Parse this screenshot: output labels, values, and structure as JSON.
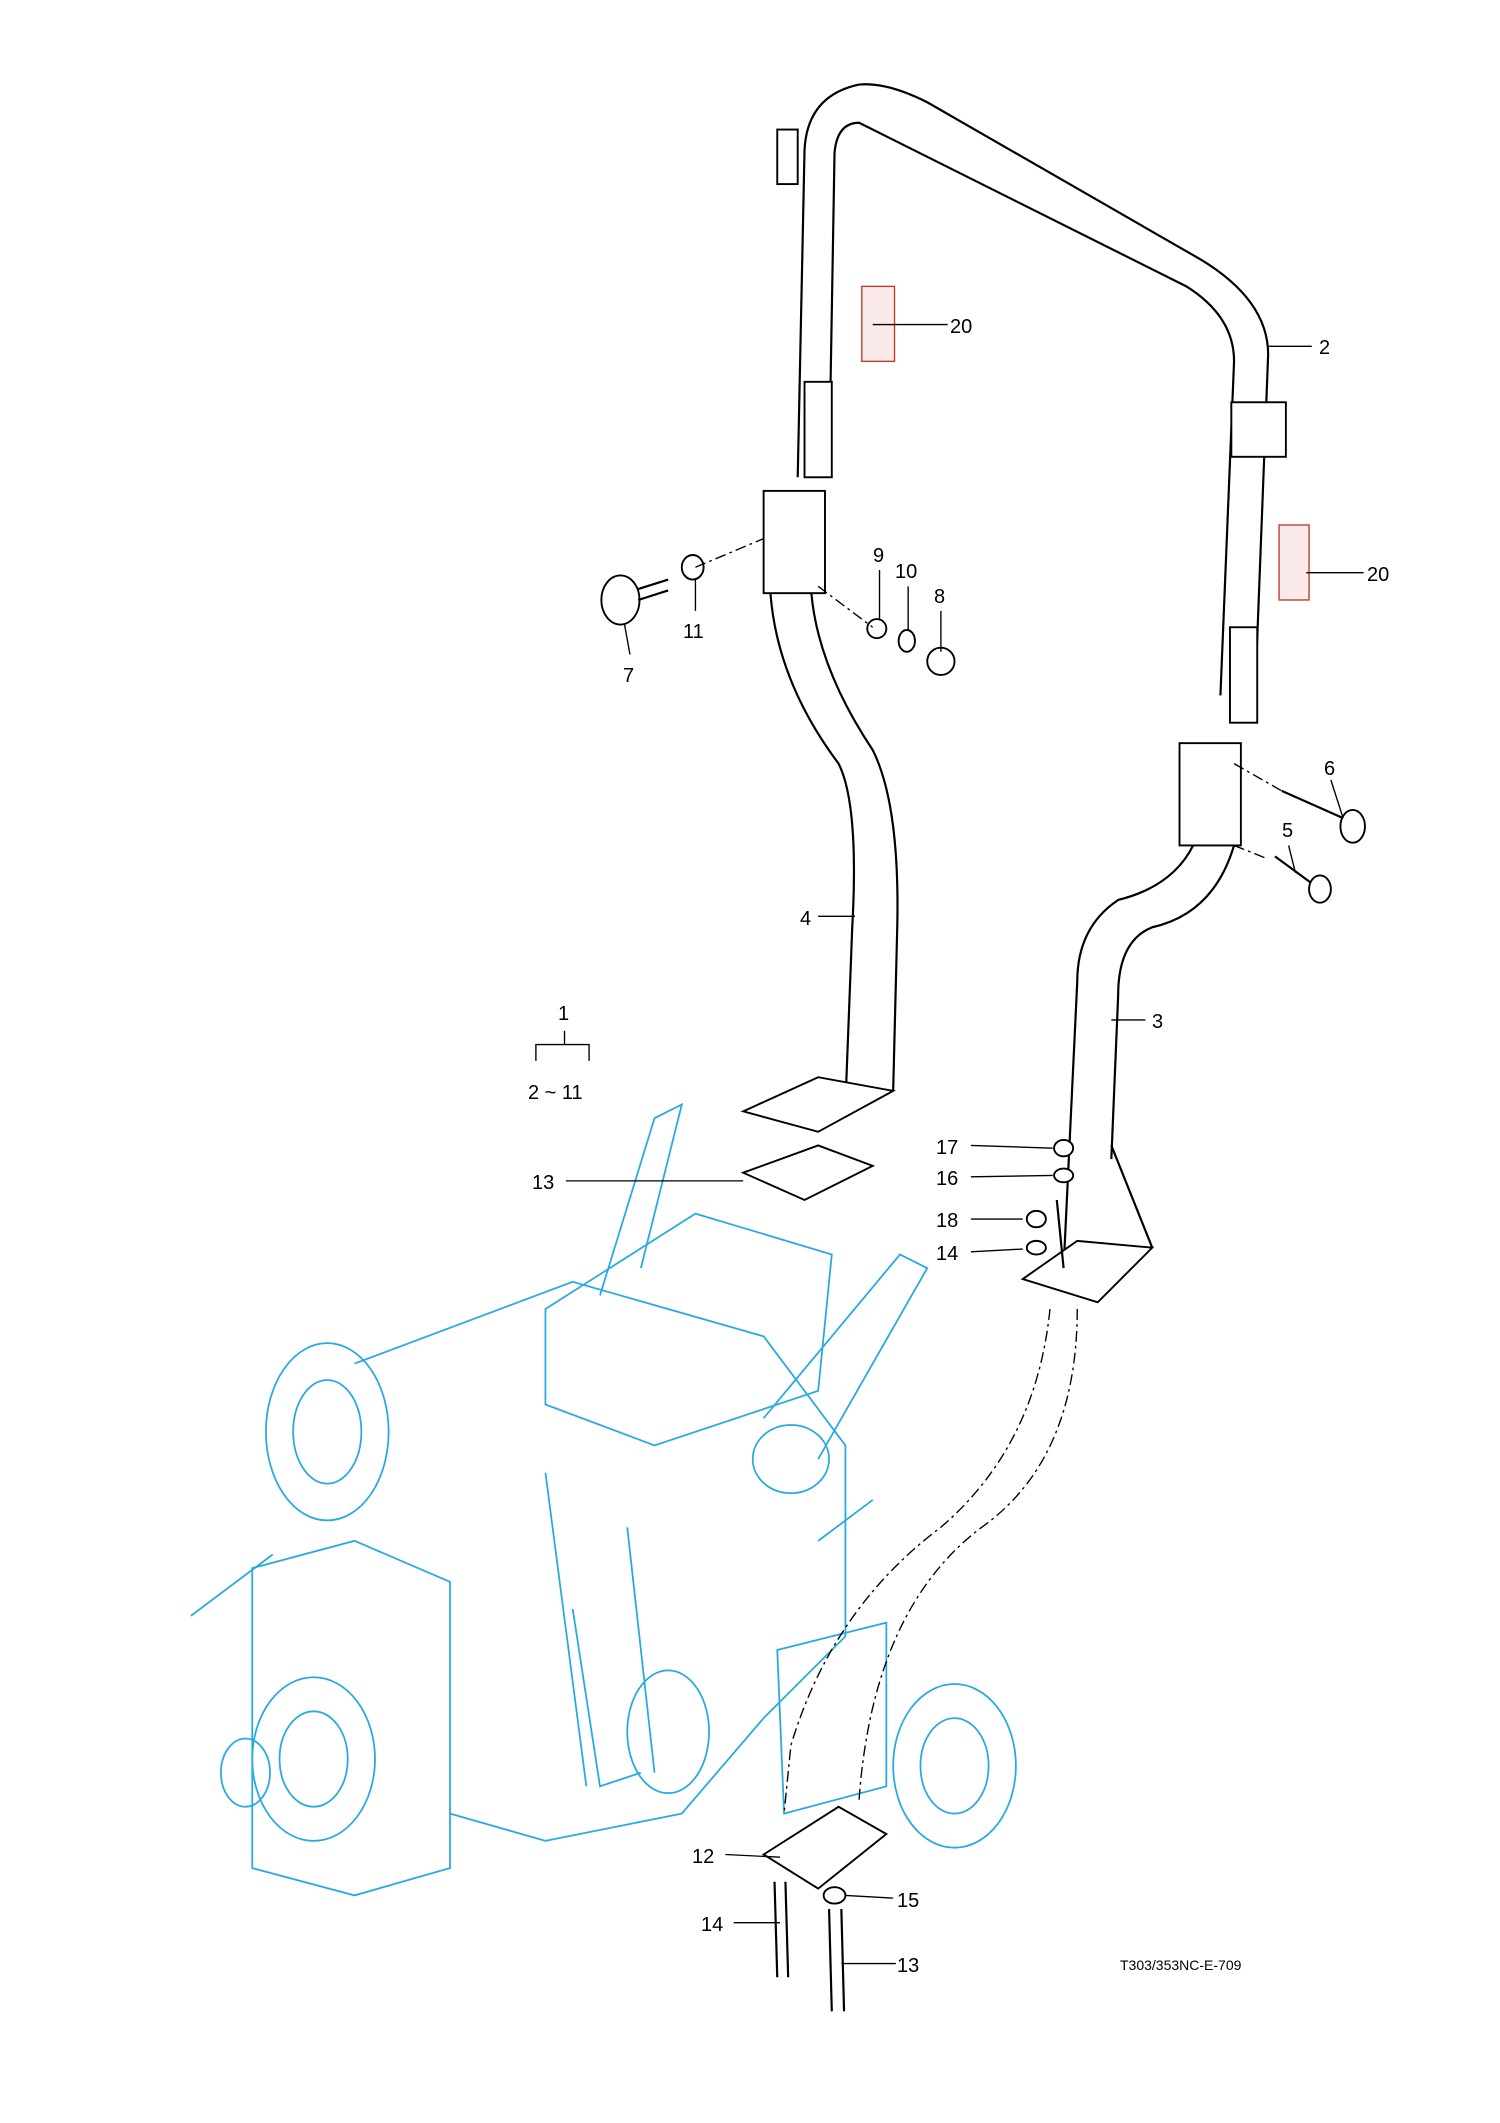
{
  "diagram": {
    "drawing_code": "T303/353NC-E-709",
    "callouts": [
      "20",
      "2",
      "20",
      "9",
      "10",
      "8",
      "11",
      "7",
      "6",
      "5",
      "4",
      "3",
      "1",
      "2 ~ 11",
      "17",
      "16",
      "13",
      "18",
      "14",
      "12",
      "15",
      "14",
      "13"
    ],
    "colors": {
      "frame": "#000000",
      "transmission": "#29a9e1",
      "decal": "#c0392b"
    }
  }
}
